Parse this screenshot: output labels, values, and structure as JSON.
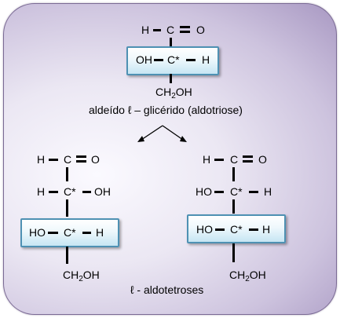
{
  "colors": {
    "box_border": "#4e91b3",
    "panel_edge": "#a898c2",
    "panel_center": "#fbfaff"
  },
  "atoms": {
    "H": "H",
    "C": "C",
    "O": "O",
    "OH": "OH",
    "HO": "HO",
    "Cstar": "C*",
    "CH2OH_main": "CH",
    "CH2OH_sub": "2",
    "CH2OH_end": "OH"
  },
  "labels": {
    "triose": "aldeído ℓ – glicérido (aldotriose)",
    "tetroses": "ℓ - aldotetroses"
  }
}
